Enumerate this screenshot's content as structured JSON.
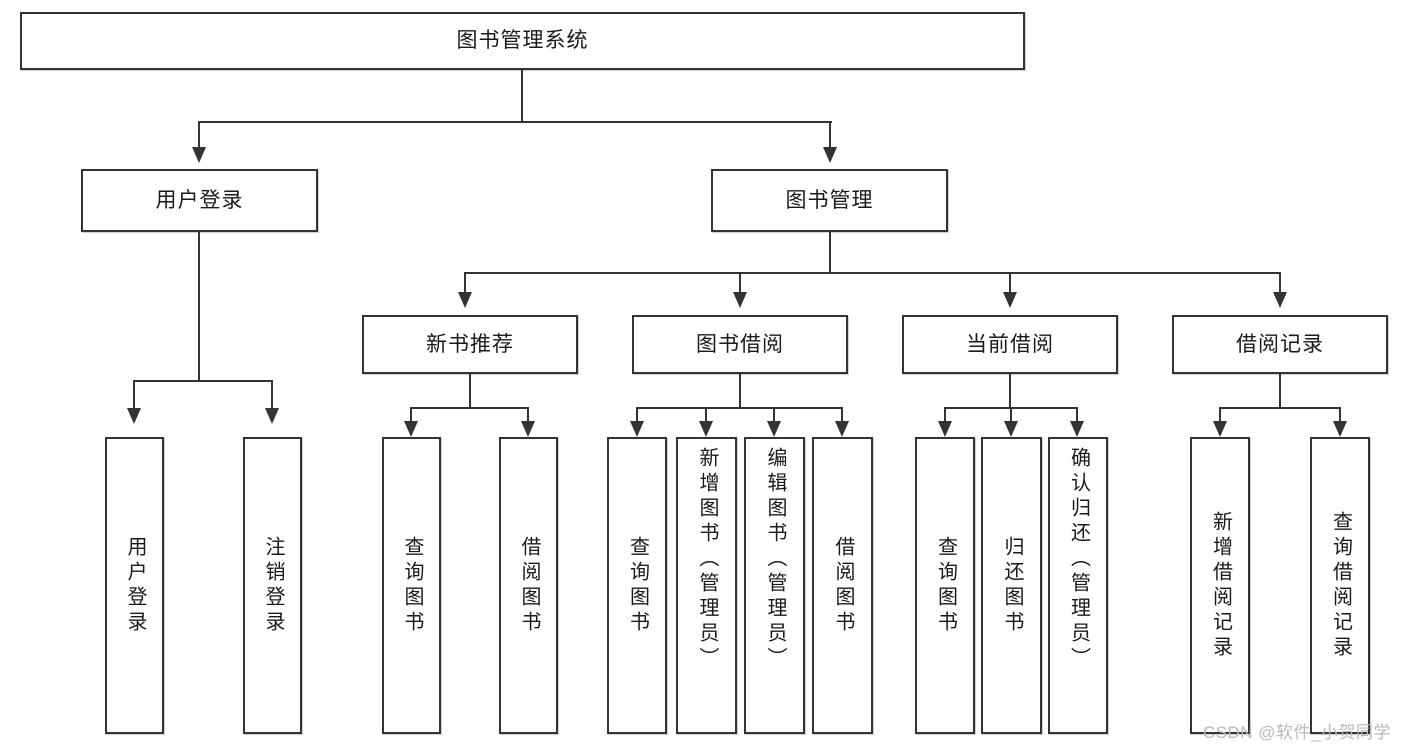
{
  "diagram": {
    "title": "图书管理系统",
    "type": "tree",
    "root": {
      "label": "图书管理系统",
      "children": [
        {
          "label": "用户登录",
          "children": [
            {
              "label": "用户登录"
            },
            {
              "label": "注销登录"
            }
          ]
        },
        {
          "label": "图书管理",
          "children": [
            {
              "label": "新书推荐",
              "children": [
                {
                  "label": "查询图书"
                },
                {
                  "label": "借阅图书"
                }
              ]
            },
            {
              "label": "图书借阅",
              "children": [
                {
                  "label": "查询图书"
                },
                {
                  "label": "新增图书（管理员）"
                },
                {
                  "label": "编辑图书（管理员）"
                },
                {
                  "label": "借阅图书"
                }
              ]
            },
            {
              "label": "当前借阅",
              "children": [
                {
                  "label": "查询图书"
                },
                {
                  "label": "归还图书"
                },
                {
                  "label": "确认归还（管理员）"
                }
              ]
            },
            {
              "label": "借阅记录",
              "children": [
                {
                  "label": "新增借阅记录"
                },
                {
                  "label": "查询借阅记录"
                }
              ]
            }
          ]
        }
      ]
    }
  },
  "nodes": {
    "root": "图书管理系统",
    "user_login": "用户登录",
    "book_manage": "图书管理",
    "new_book_rec": "新书推荐",
    "book_borrow": "图书借阅",
    "current_borrow": "当前借阅",
    "borrow_record": "借阅记录",
    "leaf_user_login": "用户登录",
    "leaf_logout": "注销登录",
    "leaf_query_book_a": "查询图书",
    "leaf_borrow_book_a": "借阅图书",
    "leaf_query_book_b": "查询图书",
    "leaf_add_book": "新增图书（管理员）",
    "leaf_edit_book": "编辑图书（管理员）",
    "leaf_borrow_book_b": "借阅图书",
    "leaf_query_book_c": "查询图书",
    "leaf_return_book": "归还图书",
    "leaf_confirm_return": "确认归还（管理员）",
    "leaf_add_record": "新增借阅记录",
    "leaf_query_record": "查询借阅记录"
  },
  "watermark": {
    "text": "CSDN @软件_小贺同学"
  },
  "colors": {
    "border": "#333333",
    "background": "#ffffff",
    "text": "#1a1a1a",
    "watermark": "#b9b9b9"
  }
}
